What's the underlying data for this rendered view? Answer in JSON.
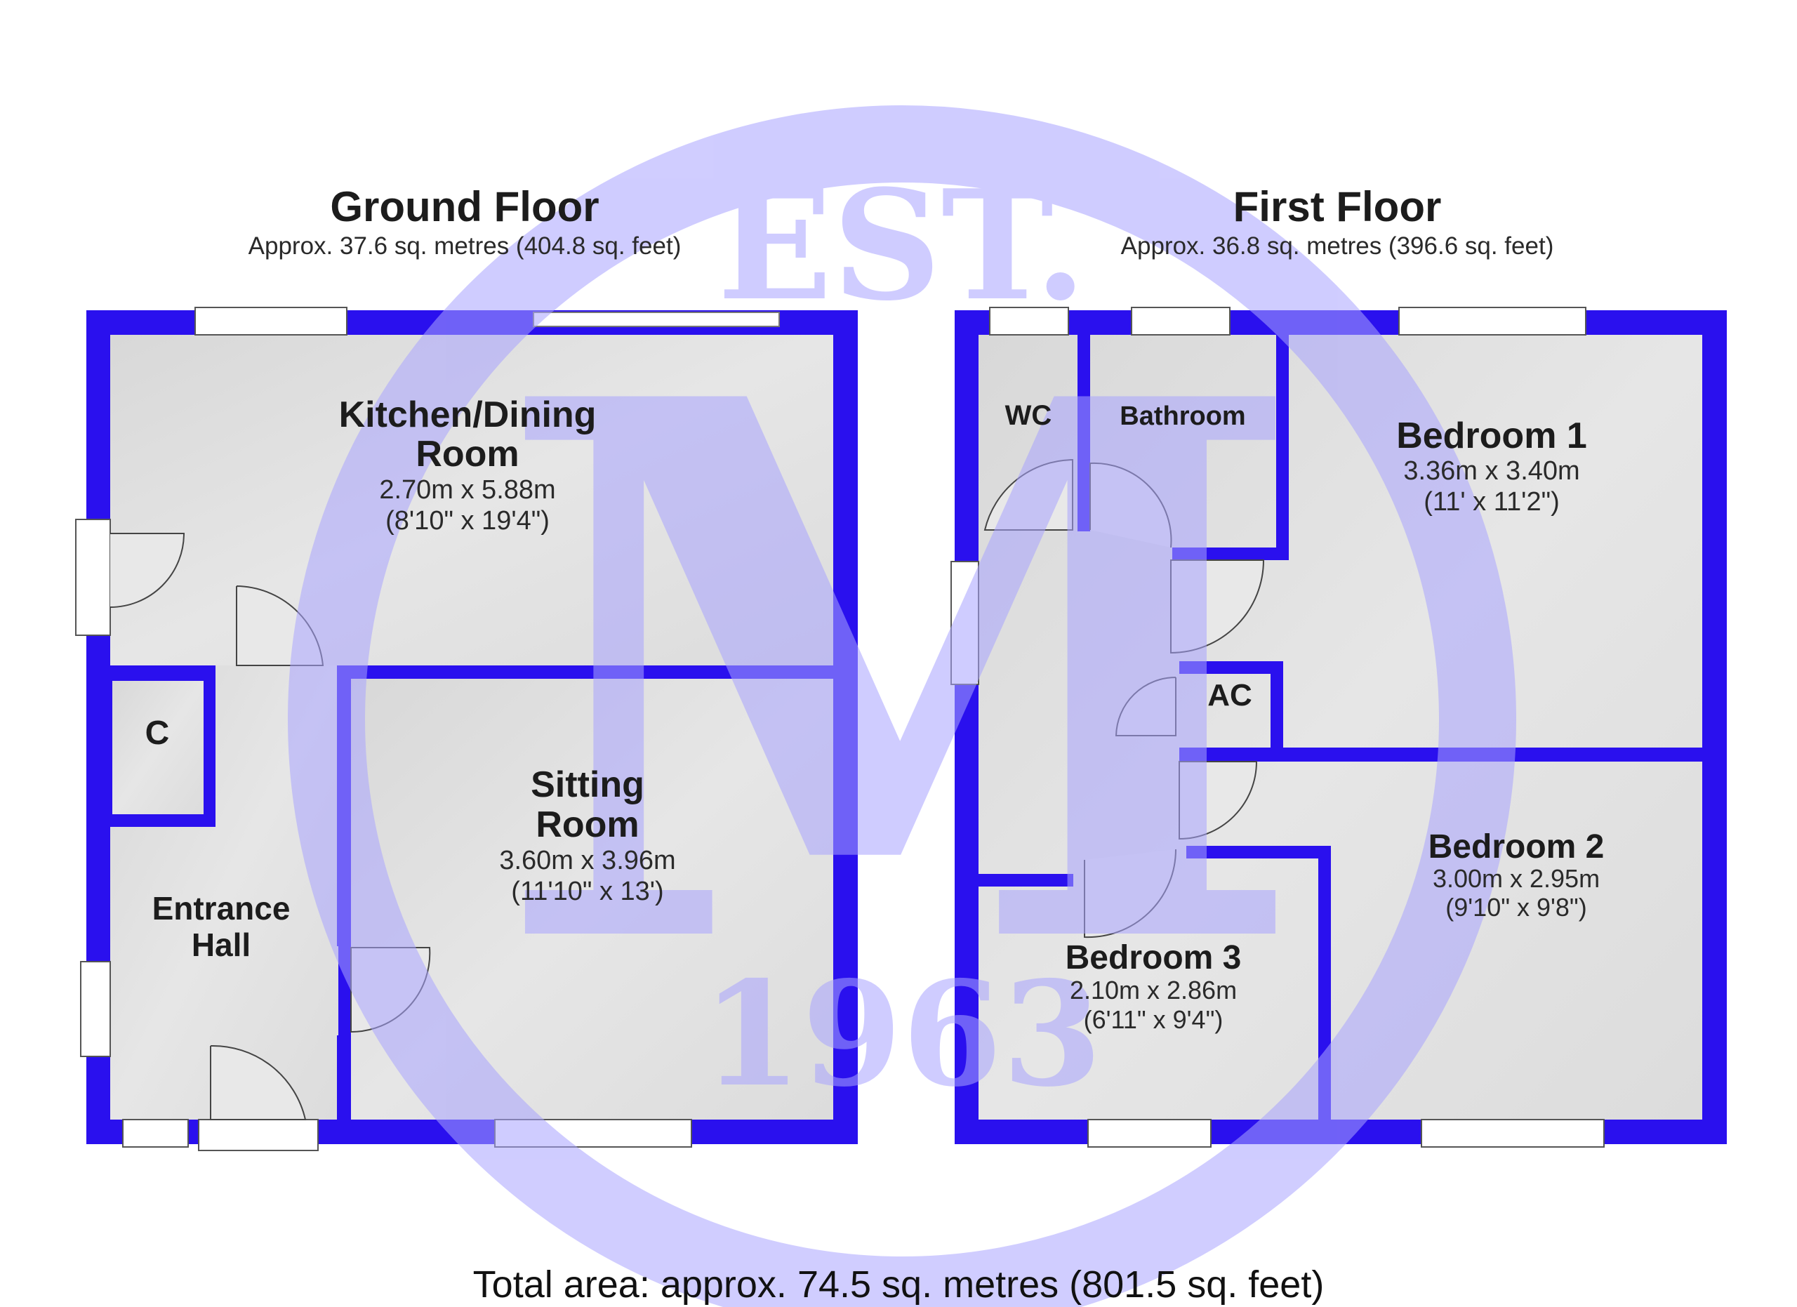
{
  "floors": [
    {
      "title": "Ground Floor",
      "area": "Approx. 37.6 sq. metres (404.8 sq. feet)"
    },
    {
      "title": "First Floor",
      "area": "Approx. 36.8 sq. metres (396.6 sq. feet)"
    }
  ],
  "rooms": {
    "kitchen": {
      "name1": "Kitchen/Dining",
      "name2": "Room",
      "metric": "2.70m x 5.88m",
      "imperial": "(8'10\" x 19'4\")"
    },
    "sitting": {
      "name1": "Sitting",
      "name2": "Room",
      "metric": "3.60m x 3.96m",
      "imperial": "(11'10\" x 13')"
    },
    "entrance": {
      "name1": "Entrance",
      "name2": "Hall"
    },
    "cupboard": {
      "name": "C"
    },
    "wc": {
      "name": "WC"
    },
    "bathroom": {
      "name": "Bathroom"
    },
    "ac": {
      "name": "AC"
    },
    "bedroom1": {
      "name": "Bedroom 1",
      "metric": "3.36m x 3.40m",
      "imperial": "(11' x 11'2\")"
    },
    "bedroom2": {
      "name": "Bedroom 2",
      "metric": "3.00m x 2.95m",
      "imperial": "(9'10\" x 9'8\")"
    },
    "bedroom3": {
      "name": "Bedroom 3",
      "metric": "2.10m x 2.86m",
      "imperial": "(6'11\" x 9'4\")"
    }
  },
  "watermark": {
    "top": "EST.",
    "letter": "M",
    "year": "1963"
  },
  "total": "Total area: approx. 74.5 sq. metres (801.5 sq. feet)",
  "colors": {
    "wall": "#2a10ee",
    "floor": "#e3e3e3",
    "watermark": "#b9b5ff",
    "window": "#ffffff"
  }
}
